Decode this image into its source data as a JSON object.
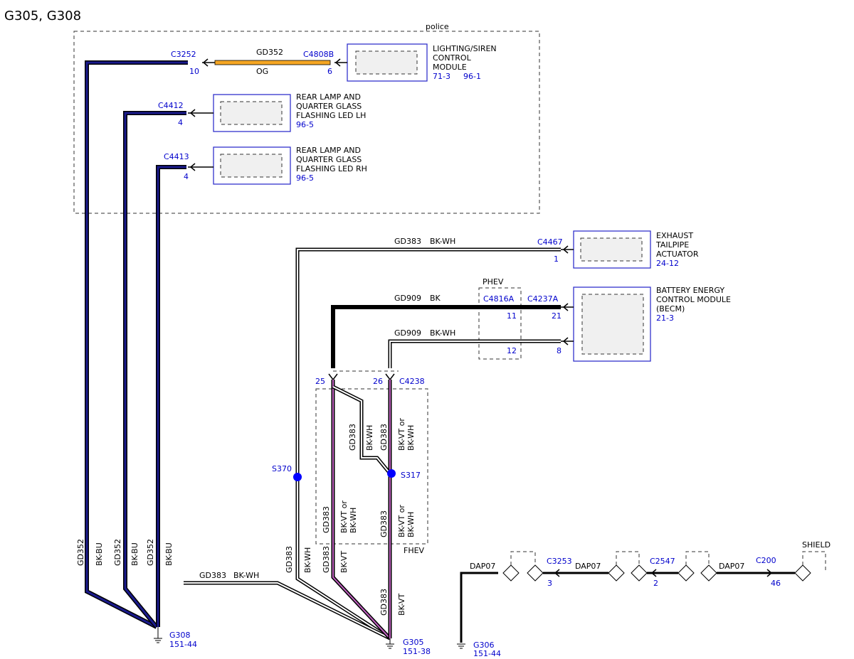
{
  "title": "G305, G308",
  "regions": {
    "police": "police",
    "phev": "PHEV",
    "fhev": "FHEV"
  },
  "modules": {
    "lighting": {
      "name": [
        "LIGHTING/SIREN",
        "CONTROL",
        "MODULE"
      ],
      "ref1": "71-3",
      "ref2": "96-1"
    },
    "rear_lh": {
      "name": [
        "REAR LAMP AND",
        "QUARTER GLASS",
        "FLASHING LED LH"
      ],
      "ref": "96-5"
    },
    "rear_rh": {
      "name": [
        "REAR LAMP AND",
        "QUARTER GLASS",
        "FLASHING LED RH"
      ],
      "ref": "96-5"
    },
    "exhaust": {
      "name": [
        "EXHAUST",
        "TAILPIPE",
        "ACTUATOR"
      ],
      "ref": "24-12"
    },
    "becm": {
      "name": [
        "BATTERY ENERGY",
        "CONTROL MODULE",
        "(BECM)"
      ],
      "ref": "21-3"
    }
  },
  "connectors": {
    "c3252": {
      "id": "C3252",
      "pin": "10"
    },
    "c4808b": {
      "id": "C4808B",
      "pin": "6"
    },
    "c4412": {
      "id": "C4412",
      "pin": "4"
    },
    "c4413": {
      "id": "C4413",
      "pin": "4"
    },
    "c4467": {
      "id": "C4467",
      "pin": "1"
    },
    "c4816a": {
      "id": "C4816A",
      "pin1": "11",
      "pin2": "12"
    },
    "c4237a": {
      "id": "C4237A",
      "pin1": "21",
      "pin2": "8"
    },
    "c4238": {
      "id": "C4238",
      "pin1": "25",
      "pin2": "26"
    },
    "c3253": {
      "id": "C3253",
      "pin": "3"
    },
    "c2547": {
      "id": "C2547",
      "pin": "2"
    },
    "c200": {
      "id": "C200",
      "pin": "46"
    }
  },
  "wires": {
    "gd352": "GD352",
    "og": "OG",
    "bkbu": "BK-BU",
    "gd383": "GD383",
    "bkwh": "BK-WH",
    "gd909": "GD909",
    "bk": "BK",
    "bkvt_or": "BK-VT or",
    "bkvt": "BK-VT",
    "dap07": "DAP07",
    "shield": "SHIELD"
  },
  "splices": {
    "s370": "S370",
    "s317": "S317"
  },
  "grounds": {
    "g308": {
      "id": "G308",
      "ref": "151-44"
    },
    "g305": {
      "id": "G305",
      "ref": "151-38"
    },
    "g306": {
      "id": "G306",
      "ref": "151-44"
    }
  },
  "colors": {
    "og": "#f5a623",
    "bu": "#1a1a8c",
    "vt": "#c060c0",
    "blue_label": "#0000cc"
  }
}
